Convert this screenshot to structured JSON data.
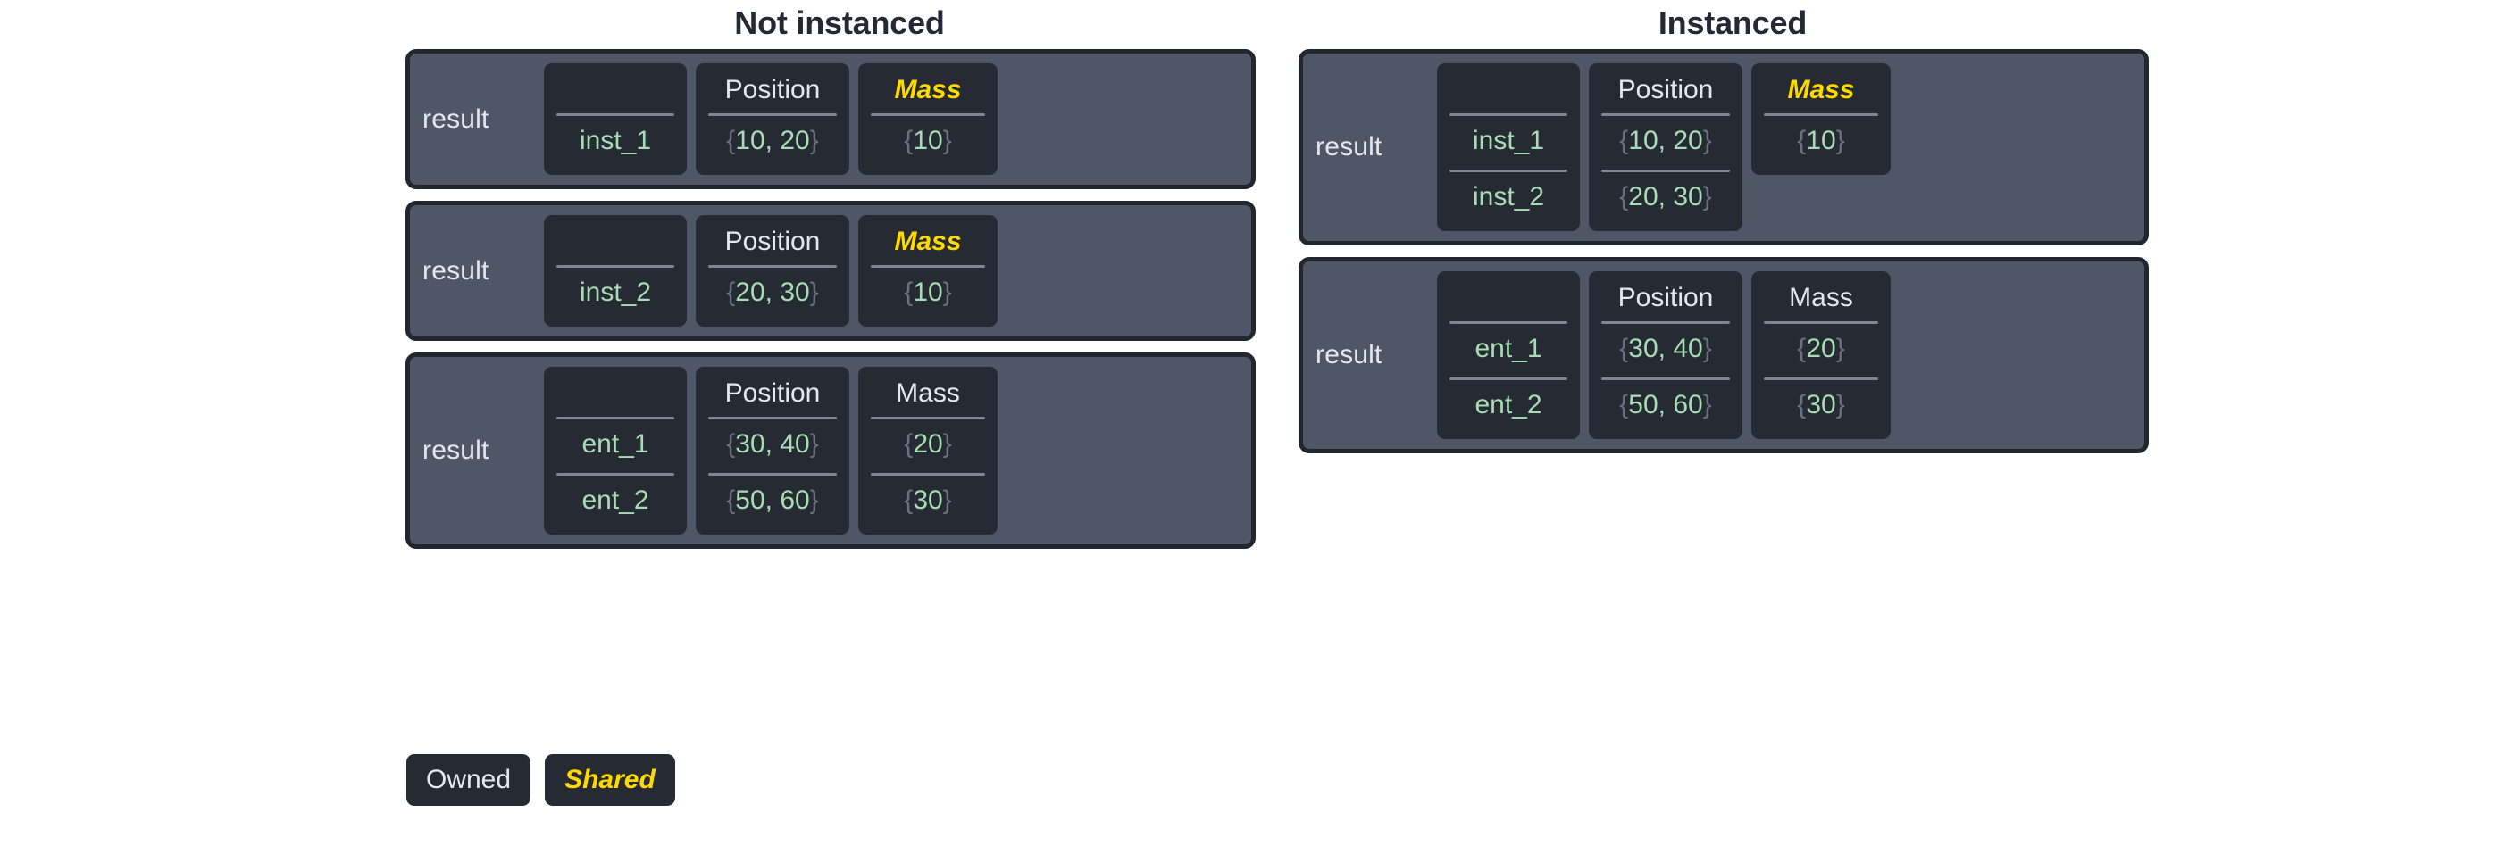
{
  "columns": [
    {
      "title": "Not instanced",
      "panels": [
        {
          "label": "result",
          "headers": {
            "name": "",
            "position": "Position",
            "mass": "Mass"
          },
          "mass_shared": true,
          "rows": [
            {
              "name": "inst_1",
              "position": "{10, 20}",
              "mass": "{10}"
            }
          ]
        },
        {
          "label": "result",
          "headers": {
            "name": "",
            "position": "Position",
            "mass": "Mass"
          },
          "mass_shared": true,
          "rows": [
            {
              "name": "inst_2",
              "position": "{20, 30}",
              "mass": "{10}"
            }
          ]
        },
        {
          "label": "result",
          "headers": {
            "name": "",
            "position": "Position",
            "mass": "Mass"
          },
          "mass_shared": false,
          "rows": [
            {
              "name": "ent_1",
              "position": "{30, 40}",
              "mass": "{20}"
            },
            {
              "name": "ent_2",
              "position": "{50, 60}",
              "mass": "{30}"
            }
          ]
        }
      ]
    },
    {
      "title": "Instanced",
      "panels": [
        {
          "label": "result",
          "headers": {
            "name": "",
            "position": "Position",
            "mass": "Mass"
          },
          "mass_shared": true,
          "rows": [
            {
              "name": "inst_1",
              "position": "{10, 20}",
              "mass": "{10}"
            },
            {
              "name": "inst_2",
              "position": "{20, 30}",
              "mass": null
            }
          ]
        },
        {
          "label": "result",
          "headers": {
            "name": "",
            "position": "Position",
            "mass": "Mass"
          },
          "mass_shared": false,
          "rows": [
            {
              "name": "ent_1",
              "position": "{30, 40}",
              "mass": "{20}"
            },
            {
              "name": "ent_2",
              "position": "{50, 60}",
              "mass": "{30}"
            }
          ]
        }
      ]
    }
  ],
  "legend": {
    "owned_label": "Owned",
    "shared_label": "Shared"
  },
  "colors": {
    "page_background": "#ffffff",
    "title_text": "#242936",
    "panel_background": "#4f5666",
    "panel_border": "#22262e",
    "cell_background": "#252a33",
    "header_text": "#e3e7ef",
    "shared_text": "#ffd900",
    "value_text": "#a8dcb4",
    "brace_text": "#69717f",
    "rule": "#7f8794"
  }
}
